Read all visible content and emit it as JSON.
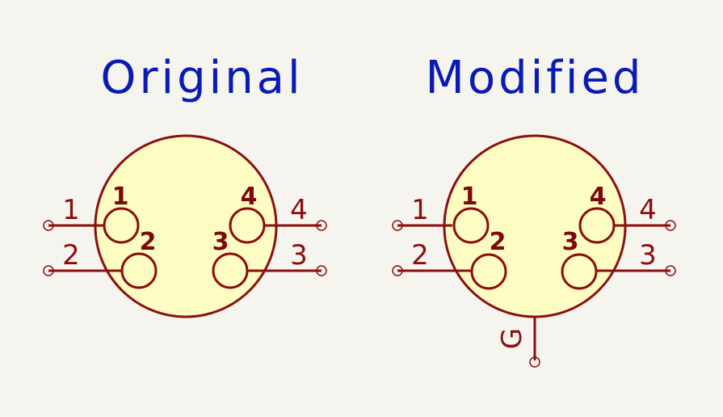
{
  "colors": {
    "background": "#f5f4ef",
    "title": "#0a1ab4",
    "stroke": "#8b0f0f",
    "body_fill": "#fdfdc3",
    "pad_number": "#7a0a0a"
  },
  "symbols": {
    "original": {
      "title": "Original",
      "pins_left": [
        {
          "label": "1"
        },
        {
          "label": "2"
        }
      ],
      "pins_right": [
        {
          "label": "4"
        },
        {
          "label": "3"
        }
      ],
      "pad_labels": [
        "1",
        "2",
        "4",
        "3"
      ]
    },
    "modified": {
      "title": "Modified",
      "pins_left": [
        {
          "label": "1"
        },
        {
          "label": "2"
        }
      ],
      "pins_right": [
        {
          "label": "4"
        },
        {
          "label": "3"
        }
      ],
      "pad_labels": [
        "1",
        "2",
        "4",
        "3"
      ],
      "bottom_pin": {
        "label": "G"
      }
    }
  }
}
